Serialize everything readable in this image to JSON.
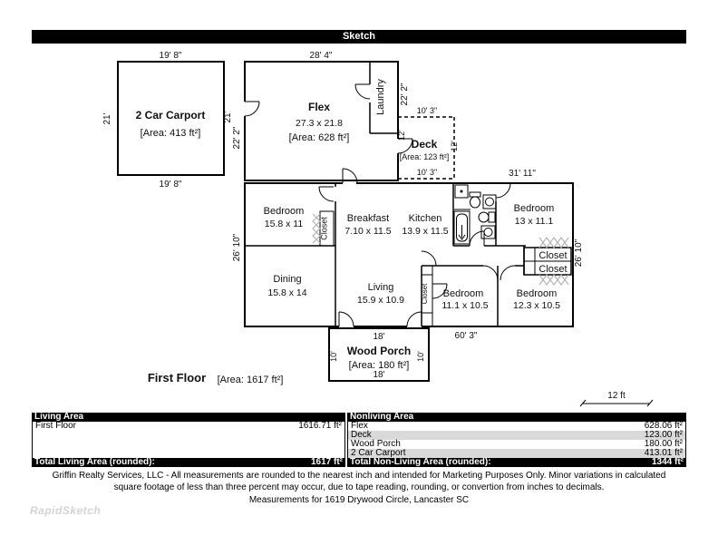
{
  "title_bar": {
    "label": "Sketch"
  },
  "plan": {
    "carport": {
      "name": "2 Car Carport",
      "area": "[Area: 413 ft²]",
      "dim_top": "19' 8\"",
      "dim_bottom": "19' 8\"",
      "dim_left": "21'",
      "dim_right": "21'"
    },
    "flex": {
      "name": "Flex",
      "dims": "27.3 x 21.8",
      "area": "[Area: 628 ft²]",
      "dim_top": "28' 4\"",
      "dim_left": "22' 2\"",
      "dim_right": "22' 2\""
    },
    "laundry": {
      "name": "Laundry"
    },
    "deck": {
      "name": "Deck",
      "area": "[Area: 123 ft²]",
      "dim_top": "10' 3\"",
      "dim_bottom": "10' 3\"",
      "dim_left": "12'",
      "dim_right": "12'"
    },
    "bedroom_top_left": {
      "name": "Bedroom",
      "dims": "15.8 x 11"
    },
    "closet_bedroom1": {
      "name": "Closet"
    },
    "breakfast": {
      "name": "Breakfast",
      "dims": "7.10 x 11.5"
    },
    "kitchen": {
      "name": "Kitchen",
      "dims": "13.9 x 11.5"
    },
    "bedroom_right": {
      "name": "Bedroom",
      "dims": "13 x 11.1"
    },
    "dining": {
      "name": "Dining",
      "dims": "15.8 x 14"
    },
    "living": {
      "name": "Living",
      "dims": "15.9 x 10.9"
    },
    "closet_hall": {
      "name": "Closet"
    },
    "closet_a": {
      "name": "Closet"
    },
    "closet_b": {
      "name": "Closet"
    },
    "bedroom_bottom_mid": {
      "name": "Bedroom",
      "dims": "11.1 x 10.5"
    },
    "bedroom_bottom_right": {
      "name": "Bedroom",
      "dims": "12.3 x 10.5"
    },
    "porch": {
      "name": "Wood Porch",
      "area": "[Area: 180 ft²]",
      "dim_top": "18'",
      "dim_bottom": "18'",
      "dim_left": "10'",
      "dim_right": "10'"
    },
    "main_dims": {
      "top_right": "31' 11\"",
      "left": "26' 10\"",
      "right": "26' 10\"",
      "bottom": "60' 3\""
    },
    "floor": {
      "label": "First Floor",
      "area": "[Area: 1617 ft²]"
    },
    "scale": {
      "label": "12 ft"
    }
  },
  "tables": {
    "living": {
      "header": "Living Area",
      "rows": [
        {
          "name": "First Floor",
          "value": "1616.71 ft²"
        }
      ],
      "footer_label": "Total Living Area (rounded):",
      "footer_value": "1617 ft²"
    },
    "nonliving": {
      "header": "Nonliving Area",
      "rows": [
        {
          "name": "Flex",
          "value": "628.06 ft²"
        },
        {
          "name": "Deck",
          "value": "123.00 ft²"
        },
        {
          "name": "Wood Porch",
          "value": "180.00 ft²"
        },
        {
          "name": "2 Car Carport",
          "value": "413.01 ft²"
        }
      ],
      "footer_label": "Total Non-Living Area (rounded):",
      "footer_value": "1344 ft²"
    }
  },
  "footer": {
    "disclaimer": "Griffin Realty Services, LLC - All measurements are rounded to the nearest inch and intended for Marketing Purposes Only.  Minor variations in calculated square footage of less than three percent may occur, due to tape reading, rounding, or convertion from inches to decimals.",
    "address": "Measurements for 1619 Drywood Circle, Lancaster SC",
    "logo": "RapidSketch"
  }
}
